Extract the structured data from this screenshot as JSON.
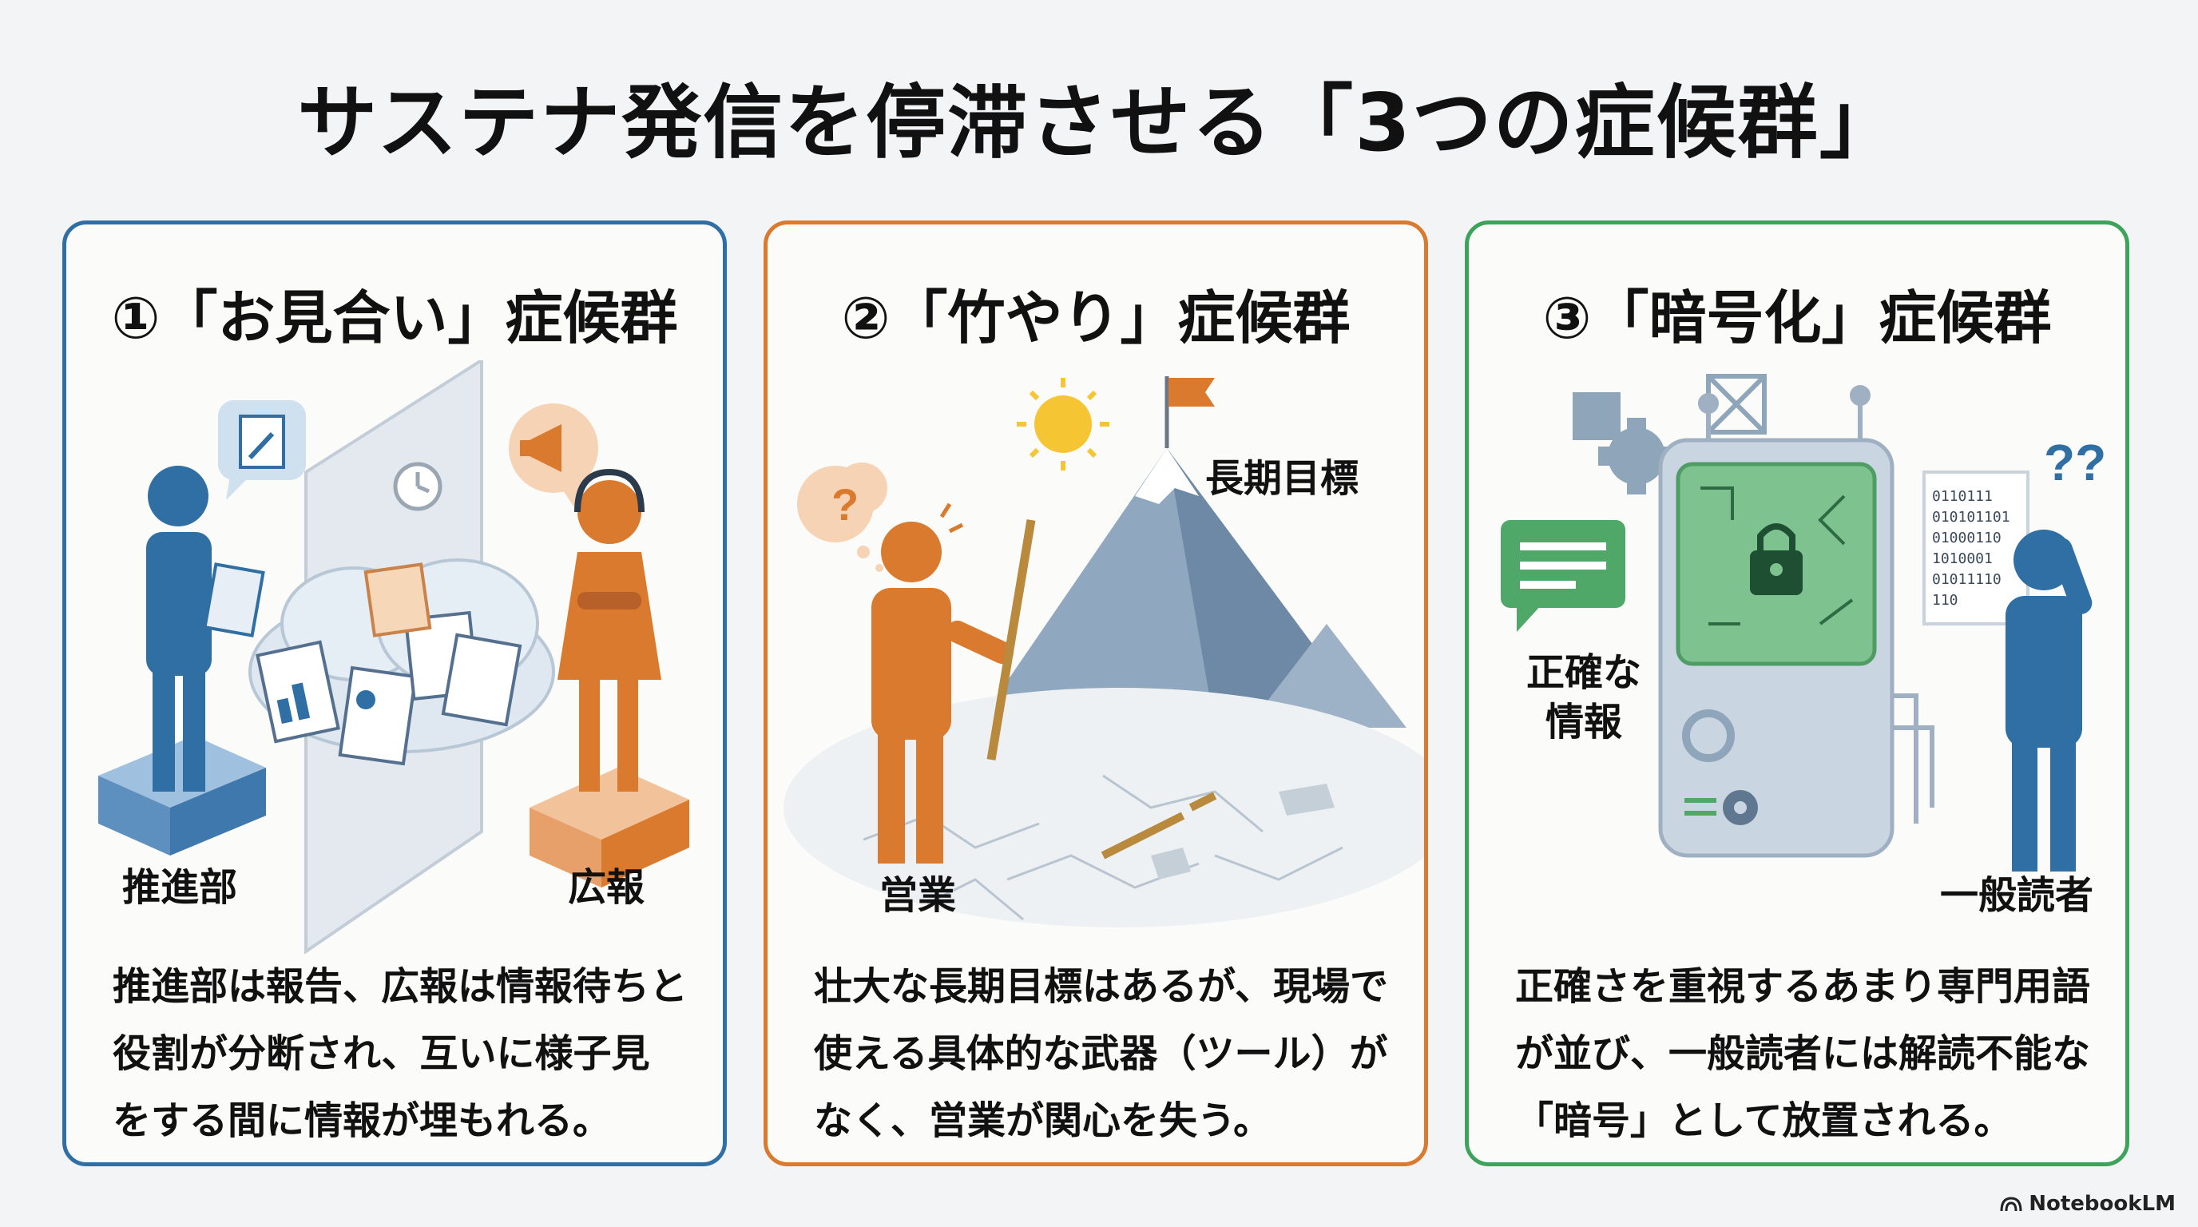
{
  "title": "サステナ発信を停滞させる「3つの症候群」",
  "cards": [
    {
      "title": "①「お見合い」症候群",
      "labels": {
        "left": "推進部",
        "right": "広報"
      },
      "description": "推進部は報告、広報は情報待ちと役割が分断され、互いに様子見をする間に情報が埋もれる。"
    },
    {
      "title": "②「竹やり」症候群",
      "labels": {
        "goal": "長期目標",
        "person": "営業"
      },
      "description": "壮大な長期目標はあるが、現場で使える具体的な武器（ツール）がなく、営業が関心を失う。"
    },
    {
      "title": "③「暗号化」症候群",
      "labels": {
        "info": "正確な\n情報",
        "reader": "一般読者"
      },
      "binary": "0110111\n010101101\n01000110\n1010001\n01011110\n110",
      "description": "正確さを重視するあまり専門用語が並び、一般読者には解読不能な「暗号」として放置される。"
    }
  ],
  "brand": "NotebookLM",
  "colors": {
    "blue": "#2f6fa3",
    "orange": "#d97a2e",
    "green": "#3ea35a"
  }
}
